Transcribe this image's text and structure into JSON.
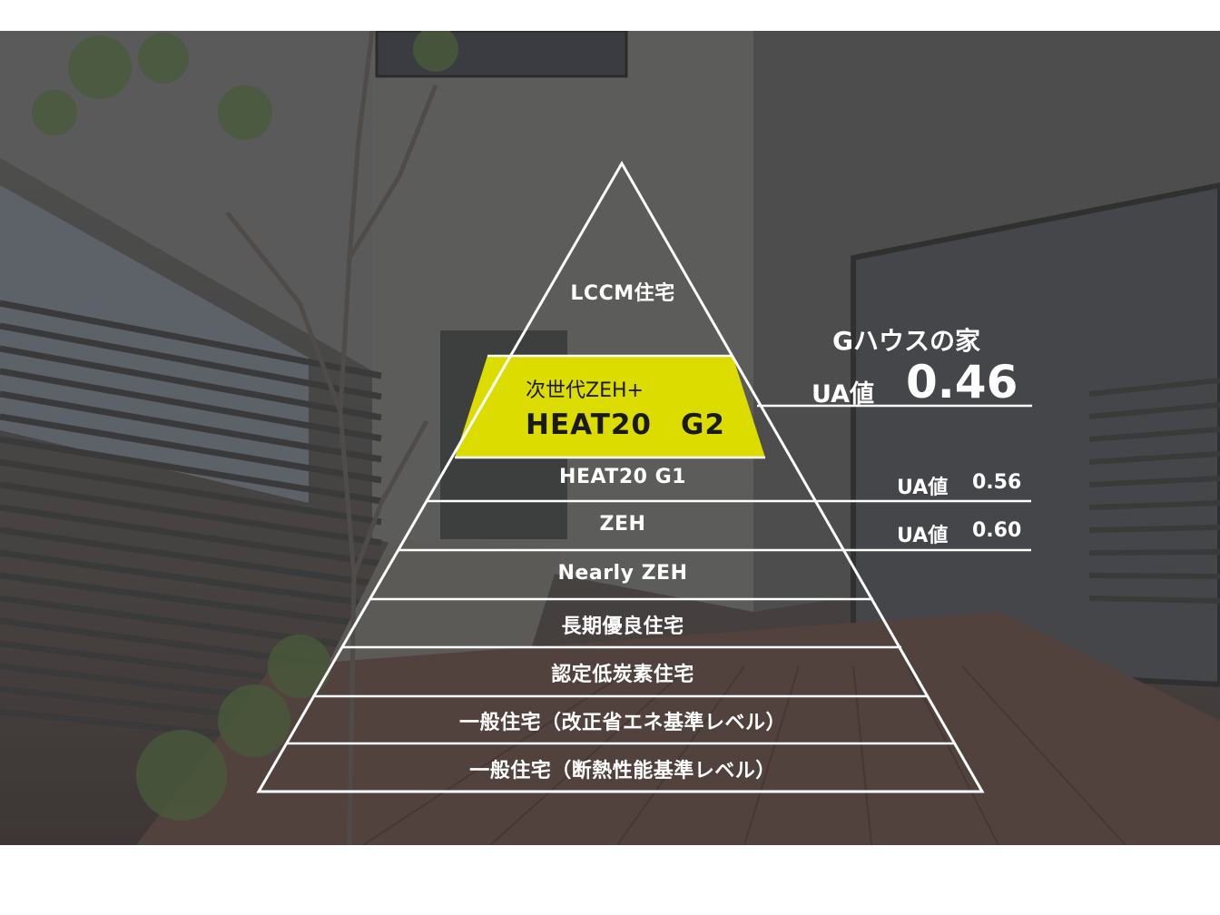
{
  "pyramid": {
    "top": "LCCM住宅",
    "highlight": {
      "sub": "次世代ZEH+",
      "main": "HEAT20　G2",
      "color": "#dcdc00"
    },
    "tiers": [
      "HEAT20 G1",
      "ZEH",
      "Nearly ZEH",
      "長期優良住宅",
      "認定低炭素住宅",
      "一般住宅（改正省エネ基準レベル）",
      "一般住宅（断熱性能基準レベル）"
    ]
  },
  "callout": {
    "title": "Gハウスの家",
    "ua_label": "UA値",
    "ua_value": "0.46"
  },
  "comparisons": [
    {
      "label": "UA値",
      "value": "0.56"
    },
    {
      "label": "UA値",
      "value": "0.60"
    }
  ]
}
